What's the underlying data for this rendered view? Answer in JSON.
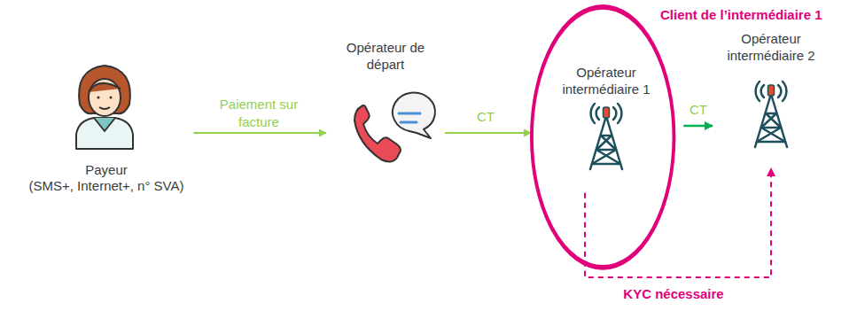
{
  "diagram": {
    "nodes": [
      {
        "text": [
          "Payeur",
          "(SMS+, Internet+, n° SVA)"
        ]
      },
      {
        "text": [
          "Opérateur de départ"
        ]
      },
      {
        "text": [
          "Opérateur intermédiaire 1"
        ]
      },
      {
        "text": [
          "Opérateur intermédiaire 2"
        ]
      }
    ],
    "edges": [
      {
        "from": 0,
        "to": 1,
        "arrow": "to",
        "label": "Paiement sur facture"
      },
      {
        "from": 1,
        "to": 2,
        "arrow": "to",
        "label": "CT"
      },
      {
        "from": 2,
        "to": 3,
        "arrow": "to",
        "label": "CT"
      },
      {
        "from": 2,
        "to": 3,
        "arrow": "to",
        "label": "KYC nécessaire"
      }
    ],
    "labels": [
      "Client de l’intermédiaire 1"
    ]
  }
}
